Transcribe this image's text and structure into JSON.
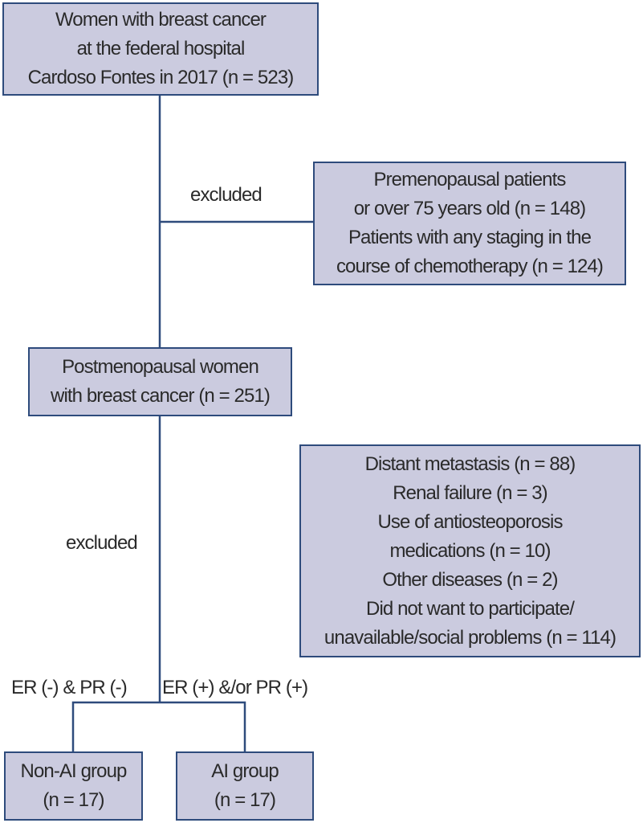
{
  "boxes": {
    "initial": {
      "lines": [
        "Women with breast cancer",
        "at the federal hospital",
        "Cardoso Fontes in 2017 (n = 523)"
      ]
    },
    "exclusion1": {
      "lines": [
        "Premenopausal patients",
        "or over 75 years old (n = 148)",
        "Patients with any staging in the",
        "course of chemotherapy (n = 124)"
      ]
    },
    "postmenopausal": {
      "lines": [
        "Postmenopausal women",
        "with breast cancer (n = 251)"
      ]
    },
    "exclusion2": {
      "lines": [
        "Distant metastasis (n = 88)",
        "Renal failure (n = 3)",
        "Use of antiosteoporosis",
        "medications (n = 10)",
        "Other diseases (n = 2)",
        "Did not want to participate/",
        "unavailable/social problems (n = 114)"
      ]
    },
    "non_ai": {
      "lines": [
        "Non-AI group",
        "(n = 17)"
      ]
    },
    "ai": {
      "lines": [
        "AI group",
        "(n = 17)"
      ]
    }
  },
  "labels": {
    "excluded1": "excluded",
    "excluded2": "excluded",
    "er_neg": "ER (-) & PR (-)",
    "er_pos": "ER (+) &/or PR (+)"
  },
  "colors": {
    "box_fill": "#cbcbdf",
    "line": "#2e4b7c"
  }
}
